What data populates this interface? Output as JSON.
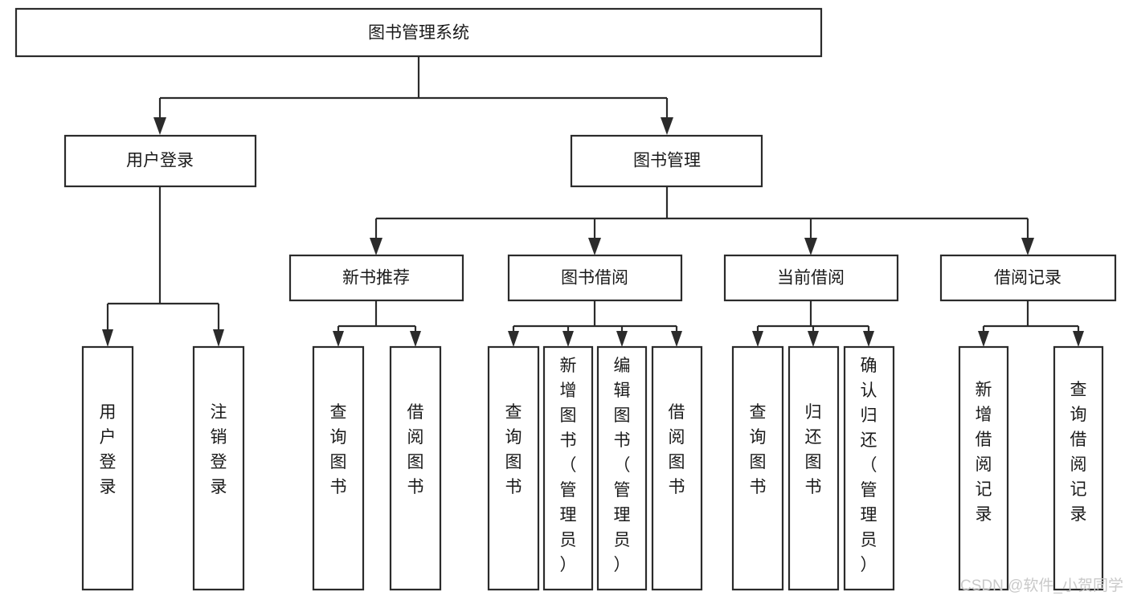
{
  "diagram": {
    "title": "图书管理系统",
    "type": "tree-hierarchy-chart",
    "orientation": "top-down",
    "box_fill": "#ffffff",
    "box_stroke": "#2b2b2b",
    "text_color": "#1a1a1a",
    "background": "#ffffff"
  },
  "nodes": {
    "root": {
      "label": "图书管理系统",
      "level": 0,
      "text_orientation": "horizontal"
    },
    "user_login": {
      "label": "用户登录",
      "level": 1,
      "text_orientation": "horizontal"
    },
    "book_manage": {
      "label": "图书管理",
      "level": 1,
      "text_orientation": "horizontal"
    },
    "new_book_rec": {
      "label": "新书推荐",
      "level": 2,
      "text_orientation": "horizontal"
    },
    "book_borrow": {
      "label": "图书借阅",
      "level": 2,
      "text_orientation": "horizontal"
    },
    "current_borrow": {
      "label": "当前借阅",
      "level": 2,
      "text_orientation": "horizontal"
    },
    "borrow_record": {
      "label": "借阅记录",
      "level": 2,
      "text_orientation": "horizontal"
    },
    "leaf_user_login": {
      "label": "用户登录",
      "level": 3,
      "text_orientation": "vertical",
      "parent": "user_login"
    },
    "leaf_logout": {
      "label": "注销登录",
      "level": 3,
      "text_orientation": "vertical",
      "parent": "user_login"
    },
    "leaf_query_book_1": {
      "label": "查询图书",
      "level": 3,
      "text_orientation": "vertical",
      "parent": "new_book_rec"
    },
    "leaf_borrow_book_1": {
      "label": "借阅图书",
      "level": 3,
      "text_orientation": "vertical",
      "parent": "new_book_rec"
    },
    "leaf_query_book_2": {
      "label": "查询图书",
      "level": 3,
      "text_orientation": "vertical",
      "parent": "book_borrow"
    },
    "leaf_add_book": {
      "label": "新增图书（管理员）",
      "level": 3,
      "text_orientation": "vertical",
      "parent": "book_borrow"
    },
    "leaf_edit_book": {
      "label": "编辑图书（管理员）",
      "level": 3,
      "text_orientation": "vertical",
      "parent": "book_borrow"
    },
    "leaf_borrow_book_2": {
      "label": "借阅图书",
      "level": 3,
      "text_orientation": "vertical",
      "parent": "book_borrow"
    },
    "leaf_query_book_3": {
      "label": "查询图书",
      "level": 3,
      "text_orientation": "vertical",
      "parent": "current_borrow"
    },
    "leaf_return_book": {
      "label": "归还图书",
      "level": 3,
      "text_orientation": "vertical",
      "parent": "current_borrow"
    },
    "leaf_confirm_return": {
      "label": "确认归还（管理员）",
      "level": 3,
      "text_orientation": "vertical",
      "parent": "current_borrow"
    },
    "leaf_add_record": {
      "label": "新增借阅记录",
      "level": 3,
      "text_orientation": "vertical",
      "parent": "borrow_record"
    },
    "leaf_query_record": {
      "label": "查询借阅记录",
      "level": 3,
      "text_orientation": "vertical",
      "parent": "borrow_record"
    }
  },
  "watermark": {
    "text": "CSDN @软件_小贺同学",
    "color": "#c9c9c9"
  }
}
